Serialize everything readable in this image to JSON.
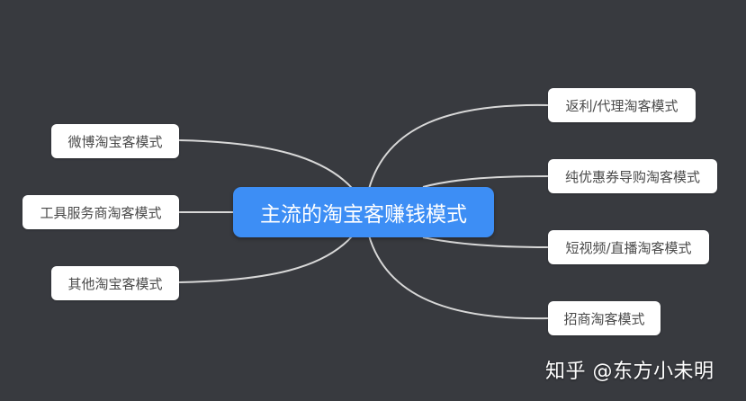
{
  "mindmap": {
    "root": {
      "label": "主流的淘宝客赚钱模式",
      "color": "#3d8ef5"
    },
    "left_branches": [
      {
        "label": "微博淘宝客模式"
      },
      {
        "label": "工具服务商淘客模式"
      },
      {
        "label": "其他淘宝客模式"
      }
    ],
    "right_branches": [
      {
        "label": "返利/代理淘客模式"
      },
      {
        "label": "纯优惠券导购淘客模式"
      },
      {
        "label": "短视频/直播淘客模式"
      },
      {
        "label": "招商淘客模式"
      }
    ],
    "background_color": "#383a3f",
    "link_color": "#d8d8d8"
  },
  "watermark": {
    "text": "知乎 @东方小未明"
  }
}
